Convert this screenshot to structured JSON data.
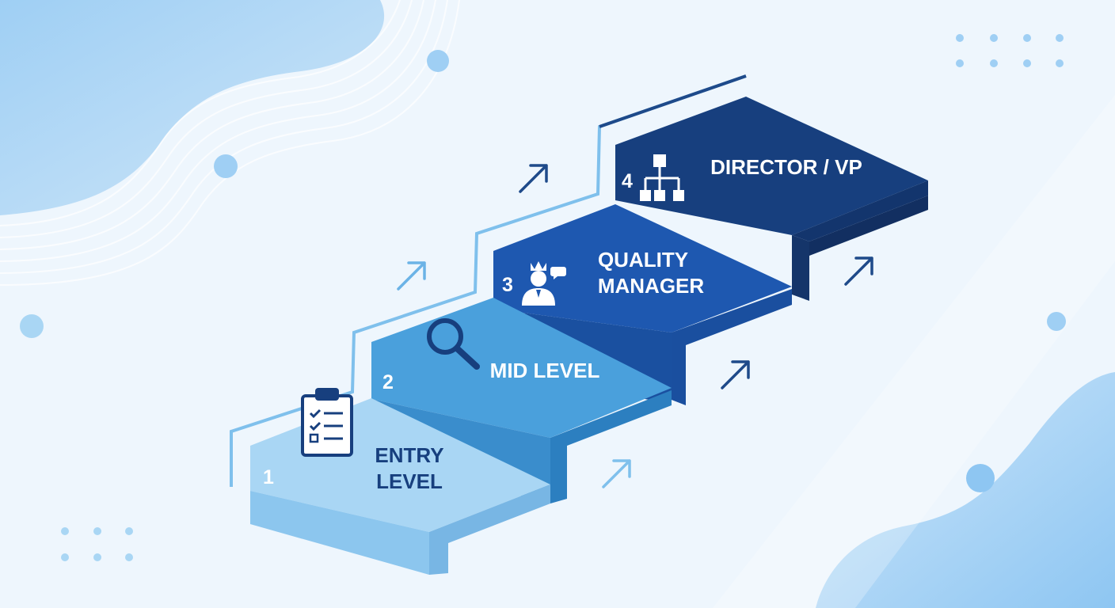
{
  "steps": [
    {
      "number": "1",
      "title_lines": [
        "ENTRY",
        "LEVEL"
      ],
      "icon": "clipboard-checklist-icon"
    },
    {
      "number": "2",
      "title_lines": [
        "MID LEVEL"
      ],
      "icon": "magnifying-glass-icon"
    },
    {
      "number": "3",
      "title_lines": [
        "QUALITY",
        "MANAGER"
      ],
      "icon": "crowned-manager-icon"
    },
    {
      "number": "4",
      "title_lines": [
        "DIRECTOR / VP"
      ],
      "icon": "org-chart-icon"
    }
  ],
  "colors": {
    "background": "#eef6fd",
    "step1_top": "#a9d6f4",
    "step2_top": "#4aa0dc",
    "step3_top": "#1e58b0",
    "step4_top": "#173f7e",
    "text_dark": "#173f7e",
    "text_light": "#ffffff",
    "arrow": "#1e4a8a"
  }
}
